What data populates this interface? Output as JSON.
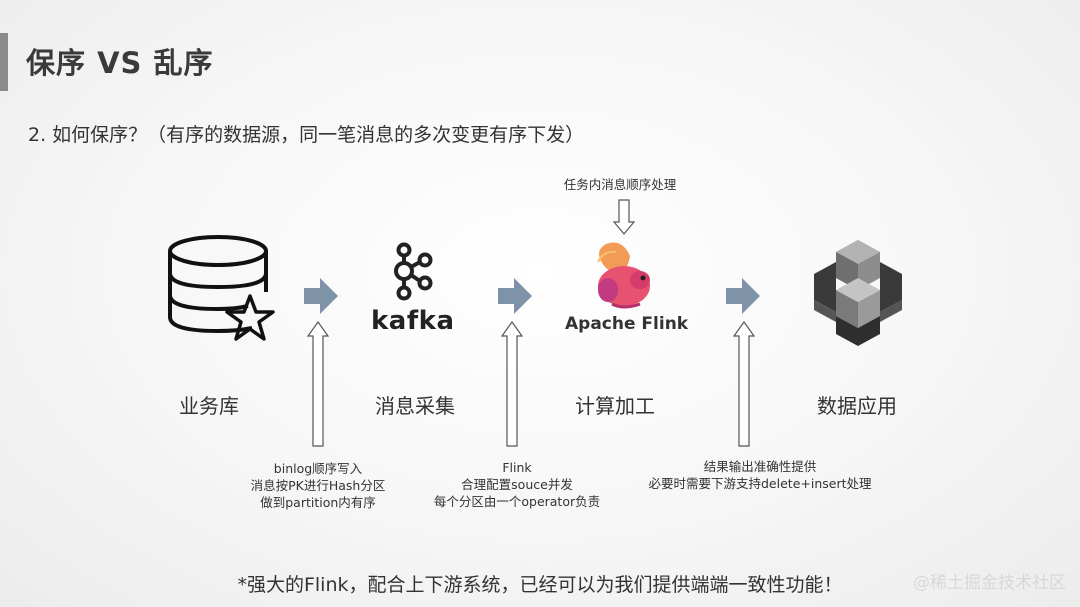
{
  "slide": {
    "title": "保序 VS 乱序",
    "subtitle": "2. 如何保序？（有序的数据源，同一笔消息的多次变更有序下发）"
  },
  "stages": [
    {
      "label": "业务库",
      "icon": "database-star-icon"
    },
    {
      "label": "消息采集",
      "icon": "kafka-logo",
      "logo_text": "kafka"
    },
    {
      "label": "计算加工",
      "icon": "flink-squirrel-logo",
      "logo_text": "Apache Flink"
    },
    {
      "label": "数据应用",
      "icon": "hexagon-cubes-icon"
    }
  ],
  "top_note": "任务内消息顺序处理",
  "notes": {
    "n1": [
      "binlog顺序写入",
      "消息按PK进行Hash分区",
      "做到partition内有序"
    ],
    "n2": [
      "Flink",
      "合理配置souce并发",
      "每个分区由一个operator负责"
    ],
    "n3": [
      "结果输出准确性提供",
      "必要时需要下游支持delete+insert处理"
    ]
  },
  "footer": "*强大的Flink，配合上下游系统，已经可以为我们提供端端一致性功能！",
  "watermark": "@稀土掘金技术社区",
  "colors": {
    "arrow_fill": "#7f93a8",
    "outline": "#555555",
    "flink_pink": "#e6526f",
    "title_bar": "#8a8a8a"
  }
}
